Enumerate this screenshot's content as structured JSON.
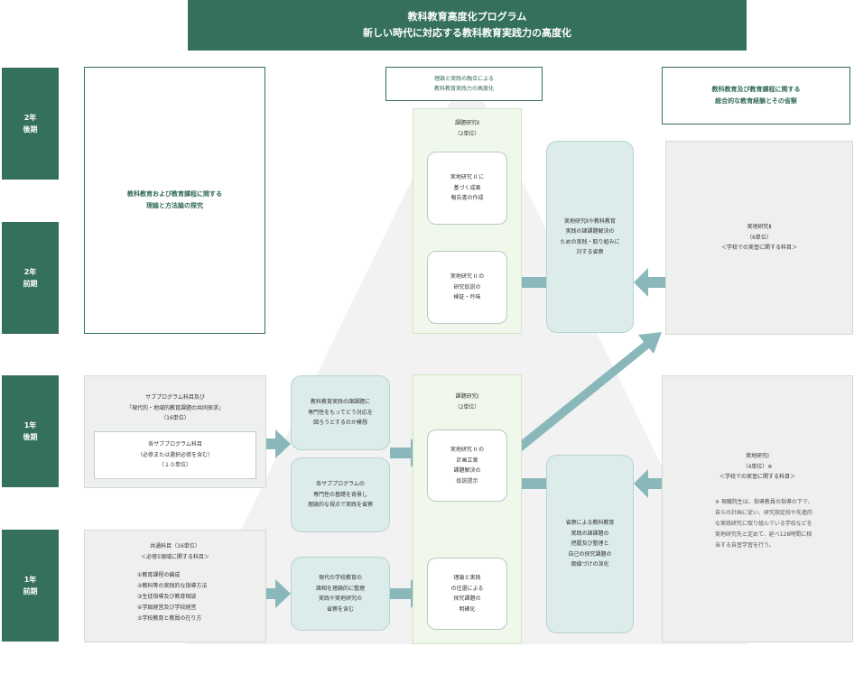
{
  "header": {
    "title_line1": "教科教育高度化プログラム",
    "title_line2": "新しい時代に対応する教科教育実践力の高度化"
  },
  "terms": [
    {
      "year": "2年",
      "period": "後期"
    },
    {
      "year": "2年",
      "period": "前期"
    },
    {
      "year": "1年",
      "period": "後期"
    },
    {
      "year": "1年",
      "period": "前期"
    }
  ],
  "left_top_box": {
    "line1": "教科教育および教育課程に関する",
    "line2": "理論と方法論の探究"
  },
  "center_top_box": {
    "line1": "理論と実践の融合による",
    "line2": "教科教育実践力の高度化"
  },
  "right_top_box": {
    "line1": "教科教育及び教育課程に関する",
    "line2": "総合的な教育経験とその省察"
  },
  "kadai2": {
    "title": "課題研究Ⅱ",
    "credits": "（2単位）",
    "step_top": [
      "実地研究 II に",
      "基づく成果",
      "報告書の作成"
    ],
    "step_bottom": [
      "実地研究 II の",
      "研究仮説の",
      "検証・吟味"
    ]
  },
  "middle_upper_teal": [
    "実地研究Ⅱや教科教育",
    "実践の諸課題解決の",
    "ための実践・取り組みに",
    "対する省察"
  ],
  "jitchi2": {
    "title": "実地研究Ⅱ",
    "credits": "（6単位）",
    "note": "＜学校での実習に関する科目＞"
  },
  "sub_program": {
    "line1": "サブプログラム科目及び",
    "line2": "「現代的・地域的教育課題の共同探求」",
    "line3": "（16単位）",
    "inner_line1": "各サブプログラム科目",
    "inner_line2": "（必修または選択必修を含む）",
    "inner_line3": "（１０単位）"
  },
  "teal_1a": [
    "教科教育実践の諸課題に",
    "専門性をもってどう対応を",
    "図ろうとするのか模想"
  ],
  "teal_1b": [
    "各サブプログラムの",
    "専門性の基礎を背景し",
    "理論的な視点で実践を省察"
  ],
  "kadai1": {
    "title": "課題研究Ⅰ",
    "credits": "（2単位）",
    "step_top": [
      "実地研究 II の",
      "計画立案",
      "課題解決の",
      "仮説提示"
    ],
    "step_bottom": [
      "理論と実践",
      "の往還による",
      "探究課題の",
      "明確化"
    ]
  },
  "middle_lower_teal": [
    "省察による教科教育",
    "実践の諸課題の",
    "把握及び整理と",
    "自己の探究課題の",
    "価値づけの深化"
  ],
  "jitchi1": {
    "title": "実地研究Ⅰ",
    "credits": "（4単位）※",
    "note": "＜学校での実習に関する科目＞",
    "remark": "※ 現職院生は、指導教員の指導の下で、自らの計画に従い、研究指定校や先進的な実践研究に取り組んでいる学校などを実地研究先と定めて、延べ128時間に相当する自習学習を行う。"
  },
  "common": {
    "line1": "共通科目（16単位）",
    "line2": "＜必修5領域に関する科目＞",
    "items": [
      "①教育課程の編成",
      "②教科等の実践的な指導方法",
      "③生徒指導及び教育相談",
      "④学級経営及び学校経営",
      "⑤学校教育と教員の在り方"
    ]
  },
  "teal_common": [
    "現代の学校教育の",
    "諸相を理論的に整理",
    "実践や実地研究の",
    "省察を含む"
  ]
}
